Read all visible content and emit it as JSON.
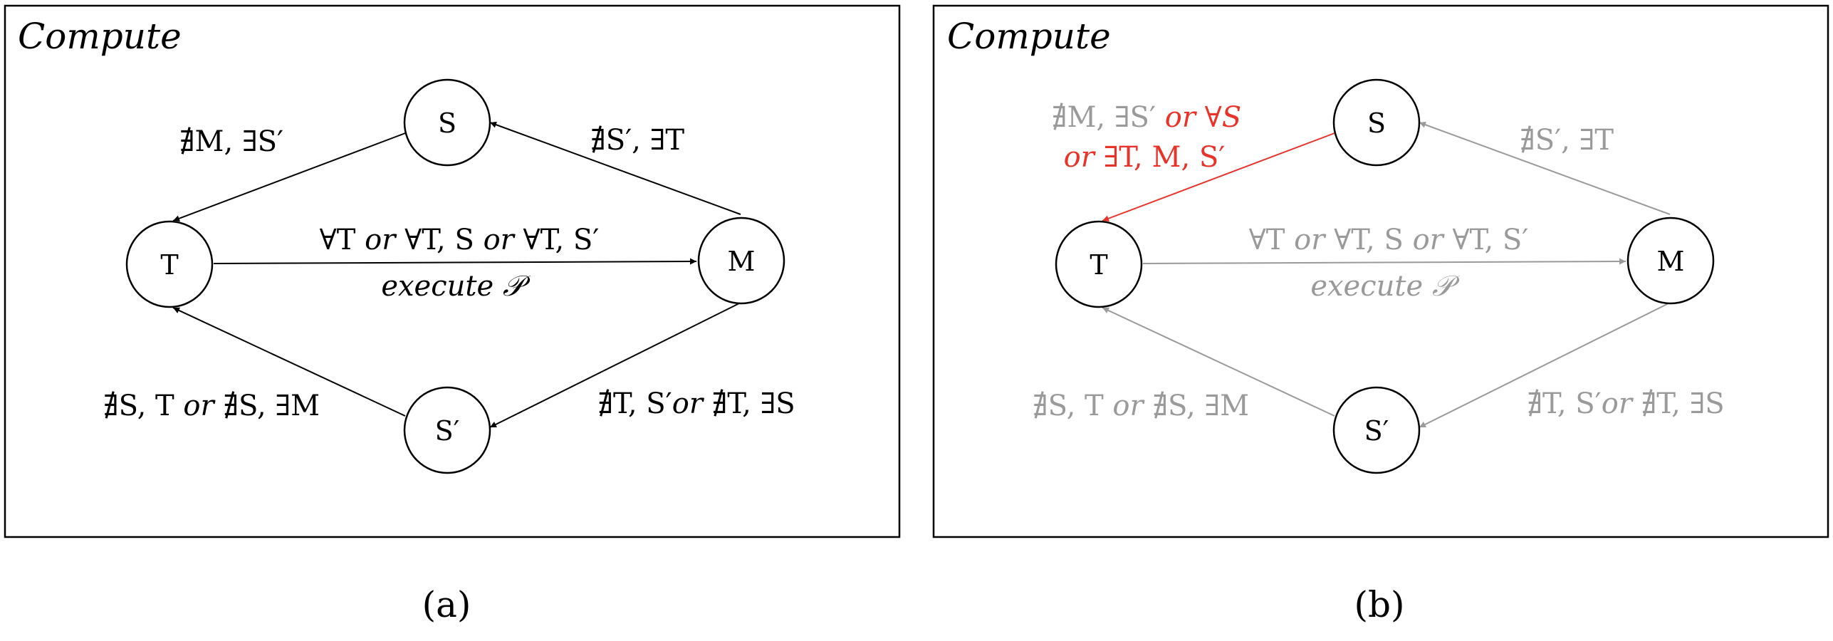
{
  "colors": {
    "black": "#000000",
    "gray": "#9a9a9a",
    "red": "#e8332a"
  },
  "panels": [
    {
      "id": "a",
      "title": "Compute",
      "caption": "(a)",
      "nodes": {
        "S": "S",
        "T": "T",
        "M": "M",
        "Sp": "S′"
      },
      "edges": {
        "S_to_T": {
          "parts": [
            {
              "t": "∄M, ∃S′",
              "i": false
            }
          ]
        },
        "M_to_S": {
          "parts": [
            {
              "t": "∄S′, ∃T",
              "i": false
            }
          ]
        },
        "T_to_M": {
          "line1": [
            {
              "t": "∀T ",
              "i": false
            },
            {
              "t": "or",
              "i": true
            },
            {
              "t": " ∀T, S ",
              "i": false
            },
            {
              "t": "or",
              "i": true
            },
            {
              "t": " ∀T, S′",
              "i": false
            }
          ],
          "line2": [
            {
              "t": "execute 𝒫",
              "i": true
            }
          ]
        },
        "Sp_to_T": {
          "parts": [
            {
              "t": "∄S, T ",
              "i": false
            },
            {
              "t": "or",
              "i": true
            },
            {
              "t": " ∄S, ∃M",
              "i": false
            }
          ]
        },
        "M_to_Sp": {
          "parts": [
            {
              "t": "∄T, S′",
              "i": false
            },
            {
              "t": "or",
              "i": true
            },
            {
              "t": " ∄T, ∃S",
              "i": false
            }
          ]
        }
      }
    },
    {
      "id": "b",
      "title": "Compute",
      "caption": "(b)",
      "nodes": {
        "S": "S",
        "T": "T",
        "M": "M",
        "Sp": "S′"
      },
      "edges": {
        "S_to_T": {
          "line1": [
            {
              "t": "∄M, ∃S′ ",
              "i": false,
              "c": "gray"
            },
            {
              "t": "or",
              "i": true,
              "c": "red"
            },
            {
              "t": " ∀S",
              "i": true,
              "c": "red"
            }
          ],
          "line2": [
            {
              "t": "or",
              "i": true,
              "c": "red"
            },
            {
              "t": " ∃T, M, S′",
              "i": false,
              "c": "red"
            }
          ]
        },
        "M_to_S": {
          "parts": [
            {
              "t": "∄S′, ∃T",
              "i": false
            }
          ]
        },
        "T_to_M": {
          "line1": [
            {
              "t": "∀T ",
              "i": false
            },
            {
              "t": "or",
              "i": true
            },
            {
              "t": " ∀T, S ",
              "i": false
            },
            {
              "t": "or",
              "i": true
            },
            {
              "t": " ∀T, S′",
              "i": false
            }
          ],
          "line2": [
            {
              "t": "execute 𝒫",
              "i": true
            }
          ]
        },
        "Sp_to_T": {
          "parts": [
            {
              "t": "∄S, T ",
              "i": false
            },
            {
              "t": "or",
              "i": true
            },
            {
              "t": " ∄S, ∃M",
              "i": false
            }
          ]
        },
        "M_to_Sp": {
          "parts": [
            {
              "t": "∄T, S′",
              "i": false
            },
            {
              "t": "or",
              "i": true
            },
            {
              "t": " ∄T, ∃S",
              "i": false
            }
          ]
        }
      }
    }
  ]
}
